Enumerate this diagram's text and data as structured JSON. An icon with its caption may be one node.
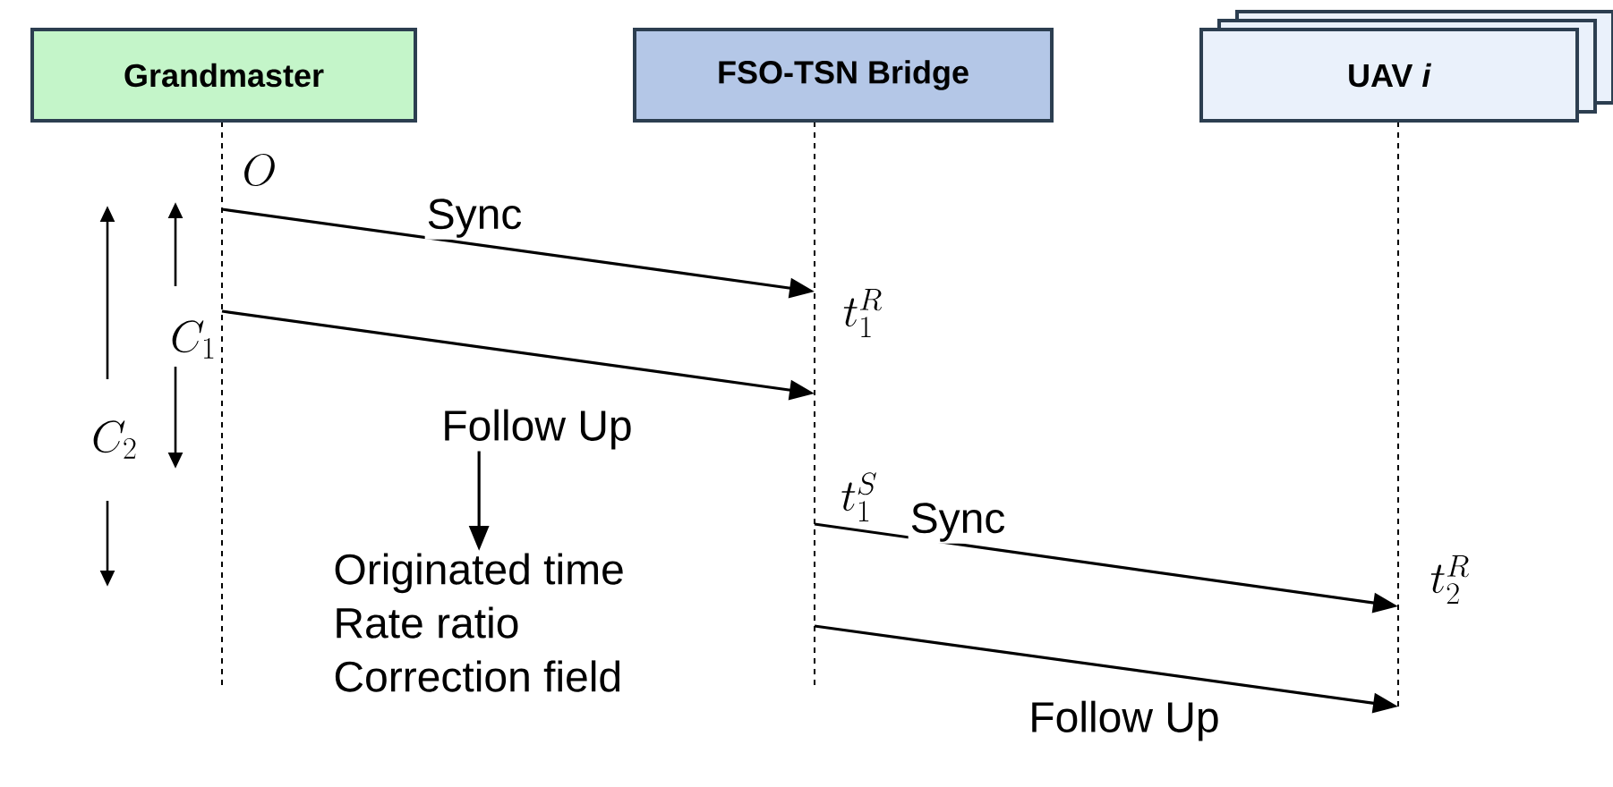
{
  "diagram": {
    "nodes": [
      {
        "text": [
          "Grandmaster"
        ]
      },
      {
        "text": [
          "FSO-TSN Bridge"
        ]
      },
      {
        "text": [
          "UAV *i*"
        ]
      },
      {
        "text": [
          "Originated time",
          "Rate ratio",
          "Correction field"
        ]
      }
    ],
    "edges": [
      {
        "from": 0,
        "to": 1,
        "arrow": "to",
        "label": "Sync"
      },
      {
        "from": 0,
        "to": 1,
        "arrow": "to",
        "label": "Follow Up"
      },
      {
        "from": 1,
        "to": 2,
        "arrow": "to",
        "label": "Sync"
      },
      {
        "from": 1,
        "to": 2,
        "arrow": "to",
        "label": "Follow Up"
      },
      {
        "from": null,
        "to": 3,
        "arrow": "to"
      }
    ],
    "labels": [
      "O",
      "C_1",
      "t_1^R",
      "C_2",
      "t_1^S",
      "t_2^R"
    ]
  }
}
